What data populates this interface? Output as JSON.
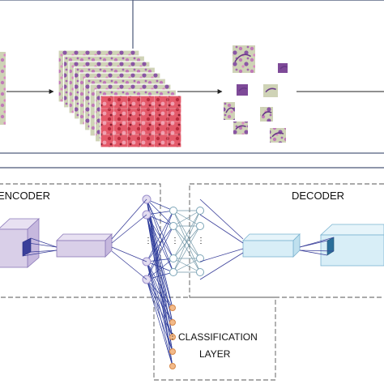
{
  "labels": {
    "encoder": "ENCODER",
    "decoder": "DECODER",
    "classification_line1": "CLASSIFICATION",
    "classification_line2": "LAYER",
    "ellipsis": "⋮"
  },
  "colors": {
    "frame_stroke": "#4a5878",
    "arrow": "#222222",
    "tissue_pink": "#d98ac2",
    "tissue_purple": "#7e4a98",
    "tissue_bg": "#cfd3b6",
    "tissue_red": "#d93a4a",
    "encoder_fill": "#d9cfe8",
    "encoder_stroke": "#8a78b8",
    "decoder_fill": "#d8eef7",
    "decoder_stroke": "#7ab3d0",
    "node_fill": "#e2dcf0",
    "node_stroke": "#9b8fcc",
    "hidden_node_fill": "#ffffff",
    "hidden_node_stroke": "#7da6b8",
    "edge_blue": "#2c3a9a",
    "edge_teal": "#6f95a6",
    "class_node_fill": "#f2ba8a",
    "class_node_stroke": "#d88a4a",
    "dashed": "#555555"
  },
  "icons": {
    "tile_stack": "image-tile-stack",
    "patch": "cell-patch-thumbnail"
  }
}
